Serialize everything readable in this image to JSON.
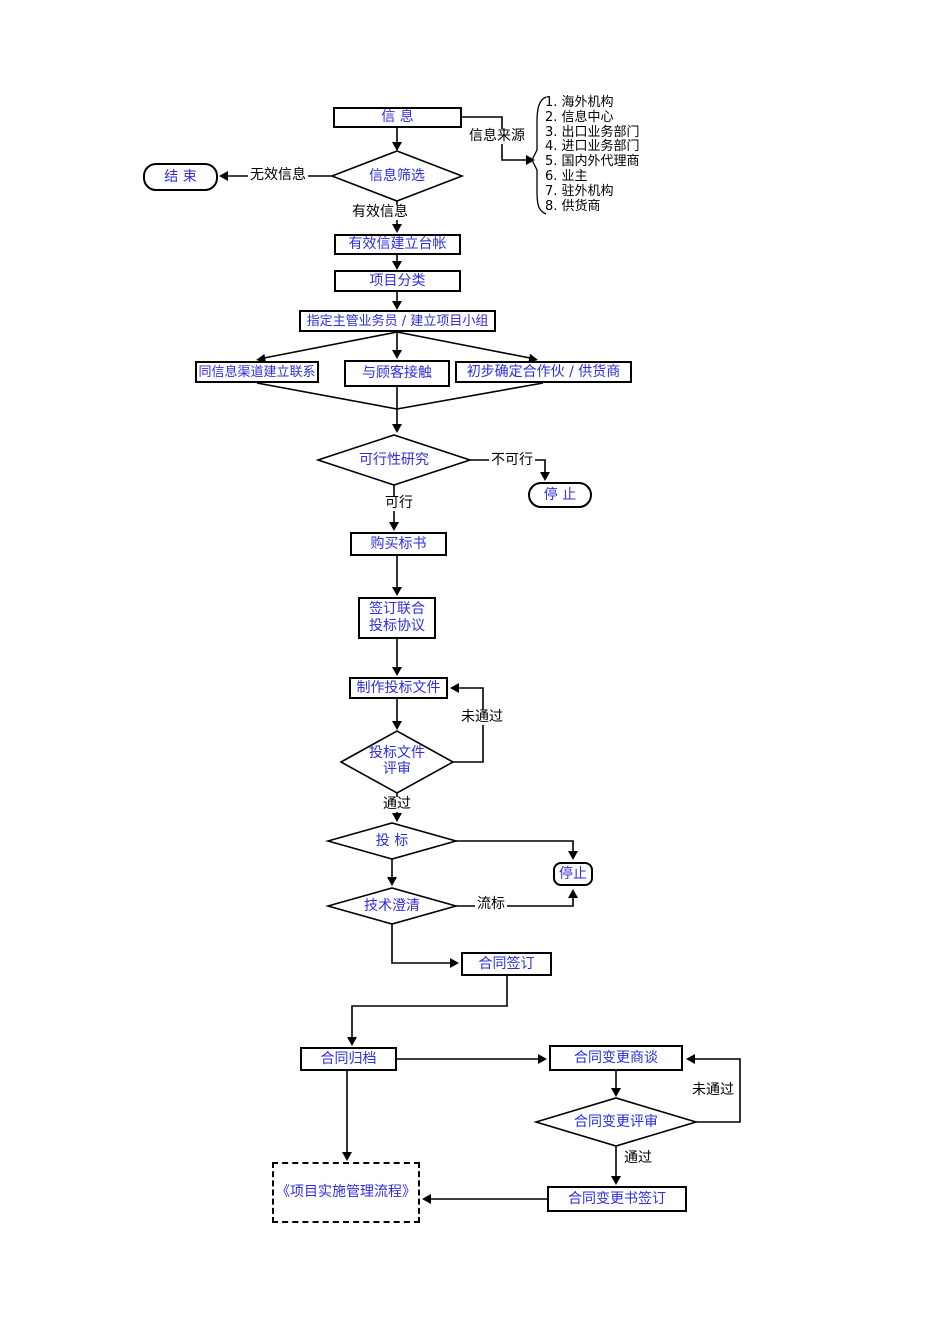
{
  "flowchart": {
    "nodes": {
      "info": "信  息",
      "info_screening": "信息筛选",
      "end": "结  束",
      "ledger": "有效信建立台帐",
      "classification": "项目分类",
      "assign": "指定主管业务员 / 建立项目小组",
      "channel_contact": "同信息渠道建立联系",
      "customer_contact": "与顾客接触",
      "partner_confirm": "初步确定合作伙 / 供货商",
      "feasibility": "可行性研究",
      "stop1": "停  止",
      "buy_bid": "购买标书",
      "joint_agreement": "签订联合\n投标协议",
      "make_bid_doc": "制作投标文件",
      "bid_doc_review": "投标文件\n评审",
      "bidding": "投  标",
      "stop2": "停止",
      "tech_clarify": "技术澄清",
      "contract_sign": "合同签订",
      "contract_archive": "合同归档",
      "contract_change_talk": "合同变更商谈",
      "contract_change_review": "合同变更评审",
      "contract_change_sign": "合同变更书签订",
      "impl_process": "《项目实施管理流程》"
    },
    "labels": {
      "invalid_info": "无效信息",
      "valid_info": "有效信息",
      "info_source": "信息来源",
      "not_feasible": "不可行",
      "feasible": "可行",
      "not_passed1": "未通过",
      "passed1": "通过",
      "failed_bid": "流标",
      "not_passed2": "未通过",
      "passed2": "通过"
    },
    "source_list": [
      "1. 海外机构",
      "2. 信息中心",
      "3. 出口业务部门",
      "4. 进口业务部门",
      "5. 国内外代理商",
      "6. 业主",
      "7. 驻外机构",
      "8. 供货商"
    ],
    "colors": {
      "node_text": "#2e2ee0",
      "line": "#000000",
      "background": "#ffffff"
    }
  }
}
